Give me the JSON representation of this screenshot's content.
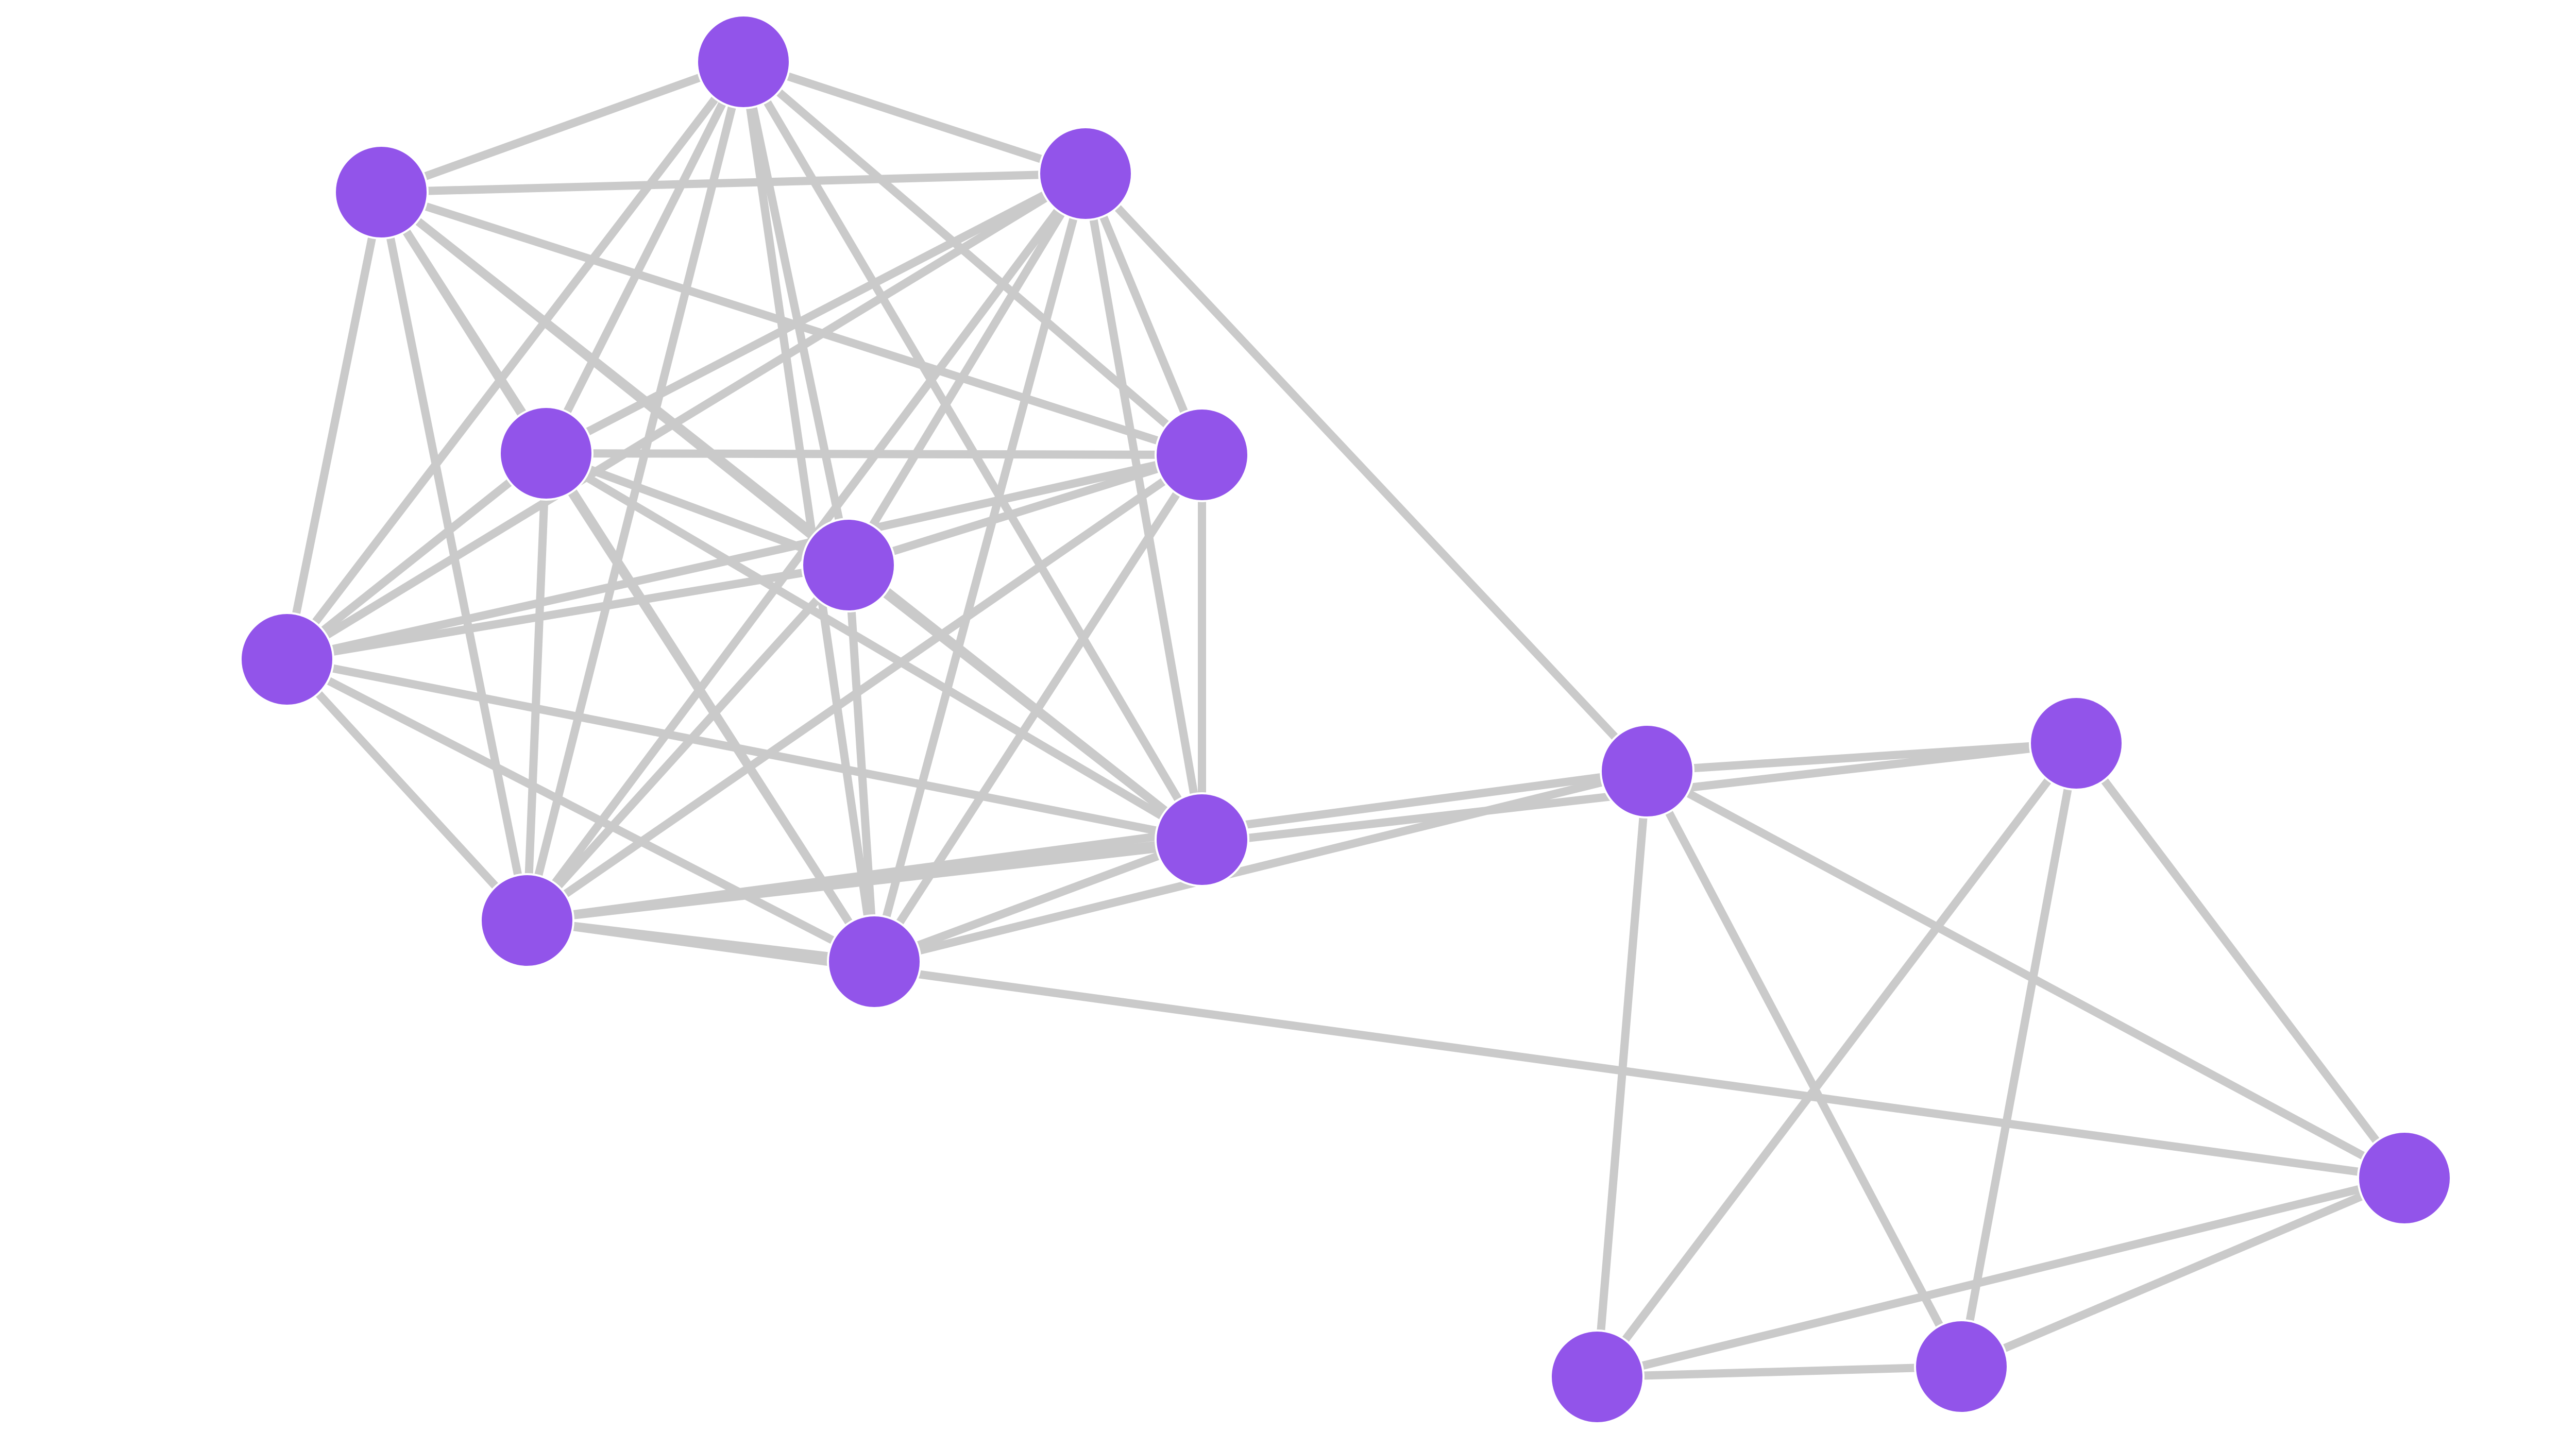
{
  "diagram": {
    "type": "network-graph",
    "colors": {
      "background": "#ffffff",
      "node_fill": "#9254EA",
      "node_stroke": "#ffffff",
      "edge": "#CACACA"
    },
    "clusters": [
      {
        "name": "cluster-a",
        "nodes": [
          "n1",
          "n2",
          "n3",
          "n4",
          "n5",
          "n6",
          "n7",
          "n8",
          "n9",
          "n10"
        ]
      },
      {
        "name": "cluster-b",
        "nodes": [
          "n11",
          "n12",
          "n13",
          "n14",
          "n15"
        ]
      }
    ],
    "nodes": [
      {
        "id": "n1"
      },
      {
        "id": "n2"
      },
      {
        "id": "n3"
      },
      {
        "id": "n4"
      },
      {
        "id": "n5"
      },
      {
        "id": "n6"
      },
      {
        "id": "n7"
      },
      {
        "id": "n8"
      },
      {
        "id": "n9"
      },
      {
        "id": "n10"
      },
      {
        "id": "n11"
      },
      {
        "id": "n12"
      },
      {
        "id": "n13"
      },
      {
        "id": "n14"
      },
      {
        "id": "n15"
      }
    ],
    "edges": [
      [
        "n1",
        "n2"
      ],
      [
        "n1",
        "n3"
      ],
      [
        "n1",
        "n4"
      ],
      [
        "n1",
        "n5"
      ],
      [
        "n1",
        "n6"
      ],
      [
        "n1",
        "n7"
      ],
      [
        "n1",
        "n8"
      ],
      [
        "n1",
        "n9"
      ],
      [
        "n1",
        "n10"
      ],
      [
        "n2",
        "n3"
      ],
      [
        "n2",
        "n4"
      ],
      [
        "n2",
        "n5"
      ],
      [
        "n2",
        "n6"
      ],
      [
        "n2",
        "n7"
      ],
      [
        "n2",
        "n8"
      ],
      [
        "n2",
        "n9"
      ],
      [
        "n2",
        "n10"
      ],
      [
        "n3",
        "n4"
      ],
      [
        "n3",
        "n5"
      ],
      [
        "n3",
        "n6"
      ],
      [
        "n3",
        "n7"
      ],
      [
        "n3",
        "n8"
      ],
      [
        "n3",
        "n9"
      ],
      [
        "n3",
        "n10"
      ],
      [
        "n4",
        "n5"
      ],
      [
        "n4",
        "n6"
      ],
      [
        "n4",
        "n7"
      ],
      [
        "n4",
        "n8"
      ],
      [
        "n4",
        "n9"
      ],
      [
        "n4",
        "n10"
      ],
      [
        "n5",
        "n6"
      ],
      [
        "n5",
        "n7"
      ],
      [
        "n5",
        "n8"
      ],
      [
        "n5",
        "n9"
      ],
      [
        "n5",
        "n10"
      ],
      [
        "n6",
        "n7"
      ],
      [
        "n6",
        "n8"
      ],
      [
        "n6",
        "n9"
      ],
      [
        "n6",
        "n10"
      ],
      [
        "n7",
        "n8"
      ],
      [
        "n7",
        "n9"
      ],
      [
        "n7",
        "n10"
      ],
      [
        "n8",
        "n9"
      ],
      [
        "n8",
        "n10"
      ],
      [
        "n9",
        "n10"
      ],
      [
        "n3",
        "n11"
      ],
      [
        "n9",
        "n11"
      ],
      [
        "n10",
        "n11"
      ],
      [
        "n9",
        "n12"
      ],
      [
        "n9",
        "n13"
      ],
      [
        "n11",
        "n12"
      ],
      [
        "n11",
        "n14"
      ],
      [
        "n11",
        "n15"
      ],
      [
        "n11",
        "n13"
      ],
      [
        "n12",
        "n13"
      ],
      [
        "n12",
        "n14"
      ],
      [
        "n12",
        "n15"
      ],
      [
        "n13",
        "n14"
      ],
      [
        "n13",
        "n15"
      ],
      [
        "n14",
        "n15"
      ]
    ]
  }
}
